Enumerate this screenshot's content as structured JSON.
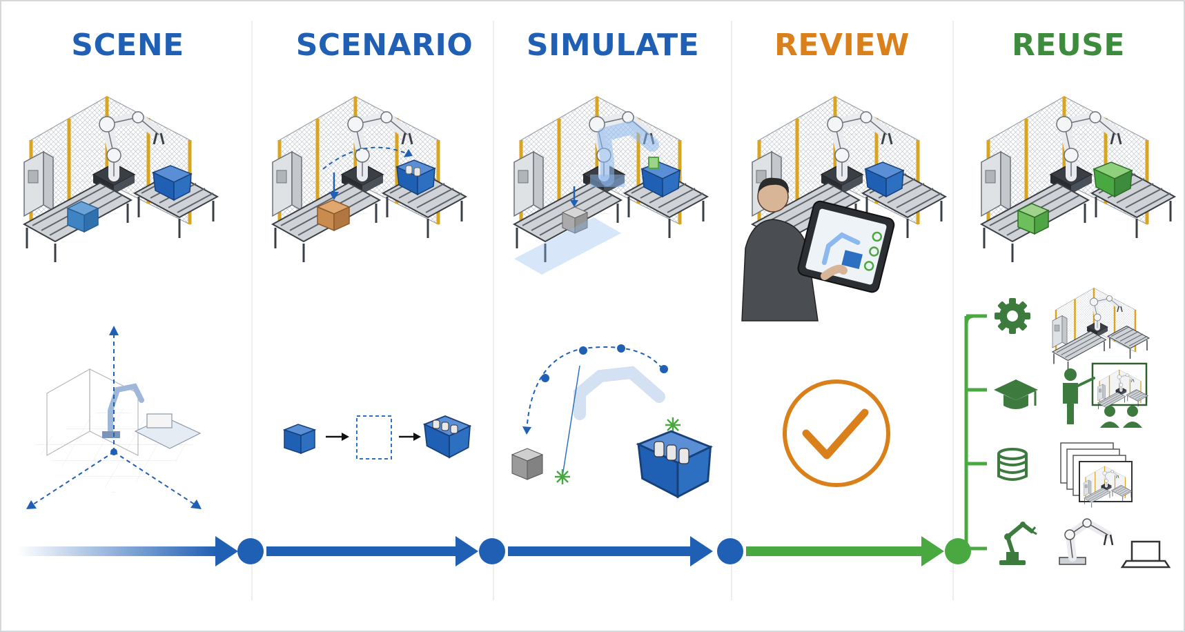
{
  "stages": [
    {
      "title": "SCENE",
      "color": "#1f5fb4"
    },
    {
      "title": "SCENARIO",
      "color": "#1f5fb4"
    },
    {
      "title": "SIMULATE",
      "color": "#1f5fb4"
    },
    {
      "title": "REVIEW",
      "color": "#d9801a"
    },
    {
      "title": "REUSE",
      "color": "#3d8b3d"
    }
  ],
  "colors": {
    "blue": "#1f5fb4",
    "blue_fill": "#2d6fc0",
    "green": "#49a83f",
    "dark_green": "#3d7a3d",
    "orange": "#d9801a",
    "fence_post": "#d9a520",
    "cardboard": "#c98b4e",
    "grey": "#8a8f96"
  },
  "reuse_branches": [
    {
      "icon": "gear-icon",
      "thumbnail": "robot-cell-thumbnail"
    },
    {
      "icon": "graduation-cap-icon",
      "thumbnail": "training-presentation-thumbnail"
    },
    {
      "icon": "database-icon",
      "thumbnail": "scenario-library-thumbnail"
    },
    {
      "icon": "robot-arm-icon",
      "thumbnail": "robot-and-laptop-thumbnail"
    }
  ]
}
